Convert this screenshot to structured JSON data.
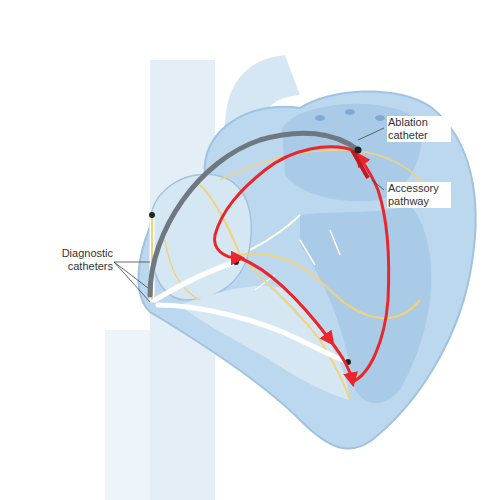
{
  "diagram": {
    "labels": [
      "Ablation catheter",
      "Accessory pathway",
      "Diagnostic catheters"
    ]
  }
}
